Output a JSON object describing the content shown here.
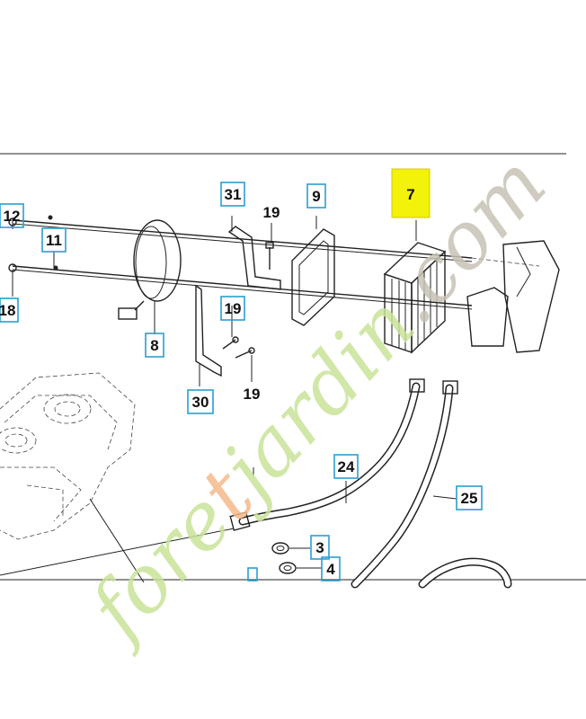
{
  "parts": [
    {
      "id": "12",
      "label": "12",
      "highlighted": false
    },
    {
      "id": "11",
      "label": "11",
      "highlighted": false
    },
    {
      "id": "18",
      "label": "18",
      "highlighted": false
    },
    {
      "id": "8",
      "label": "8",
      "highlighted": false
    },
    {
      "id": "31",
      "label": "31",
      "highlighted": false
    },
    {
      "id": "19a",
      "label": "19",
      "highlighted": false
    },
    {
      "id": "9",
      "label": "9",
      "highlighted": false
    },
    {
      "id": "7",
      "label": "7",
      "highlighted": true
    },
    {
      "id": "19b",
      "label": "19",
      "highlighted": false
    },
    {
      "id": "30",
      "label": "30",
      "highlighted": false
    },
    {
      "id": "19c",
      "label": "19",
      "highlighted": false
    },
    {
      "id": "24",
      "label": "24",
      "highlighted": false
    },
    {
      "id": "25",
      "label": "25",
      "highlighted": false
    },
    {
      "id": "3",
      "label": "3",
      "highlighted": false
    },
    {
      "id": "4",
      "label": "4",
      "highlighted": false
    }
  ],
  "watermark": {
    "part1": "foret",
    "part2": "jardin",
    "part3": ".com",
    "colors": {
      "green": "#c9e39a",
      "orange": "#f5b98a",
      "gray": "#c8c3b6"
    }
  },
  "colors": {
    "label_box": "#2a9fd0",
    "highlight": "#f2f20a"
  }
}
